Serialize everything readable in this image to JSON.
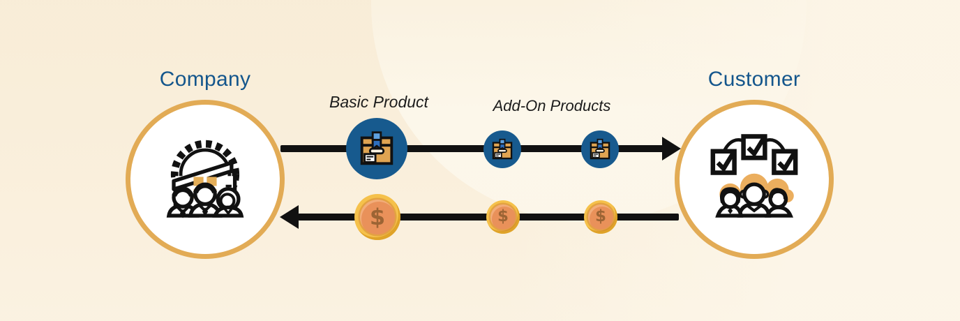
{
  "diagram": {
    "company": {
      "label": "Company"
    },
    "customer": {
      "label": "Customer"
    },
    "product_flow": {
      "basic_label": "Basic Product",
      "addon_label": "Add-On Products",
      "direction": "company-to-customer"
    },
    "payment_flow": {
      "currency_symbol": "$",
      "direction": "customer-to-company"
    },
    "icons": {
      "company": "factory-team-icon",
      "customer": "customer-group-checklist-icon",
      "product": "package-box-icon",
      "payment": "dollar-coin-icon"
    },
    "colors": {
      "background_cream": "#f9eeda",
      "background_highlight": "#fcf7ea",
      "entity_border_gold": "#e2ab55",
      "entity_label_blue": "#14568c",
      "product_circle_blue": "#175a8e",
      "package_tan": "#dfa452",
      "ribbon_blue": "#2e6fbe",
      "coin_gold": "#f5c14b",
      "coin_orange": "#e9915a",
      "coin_symbol_brown": "#9c6434",
      "arrow_black": "#111111",
      "people_accent_sand": "#ebae5e"
    }
  }
}
